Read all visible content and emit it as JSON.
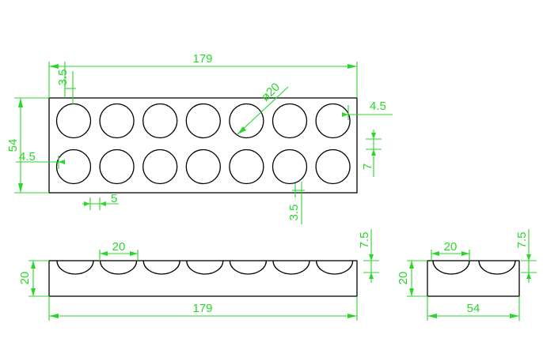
{
  "colors": {
    "outline": "#000000",
    "dimension": "#2bd62b",
    "background": "#ffffff"
  },
  "top_view": {
    "hole_rows": 2,
    "hole_columns": 7,
    "dims": {
      "length": "179",
      "width": "54",
      "hole_diameter": "ø20",
      "top_offset": "3.5",
      "bottom_offset": "3.5",
      "left_edge": "4.5",
      "right_edge": "4.5",
      "hole_gap": "5",
      "row_gap": "7"
    }
  },
  "front_view": {
    "pockets": 7,
    "dims": {
      "pocket_width": "20",
      "height": "20",
      "pocket_depth": "7.5",
      "length": "179"
    }
  },
  "side_view": {
    "pockets": 2,
    "dims": {
      "pocket_width": "20",
      "height": "20",
      "pocket_depth": "7.5",
      "width": "54"
    }
  }
}
